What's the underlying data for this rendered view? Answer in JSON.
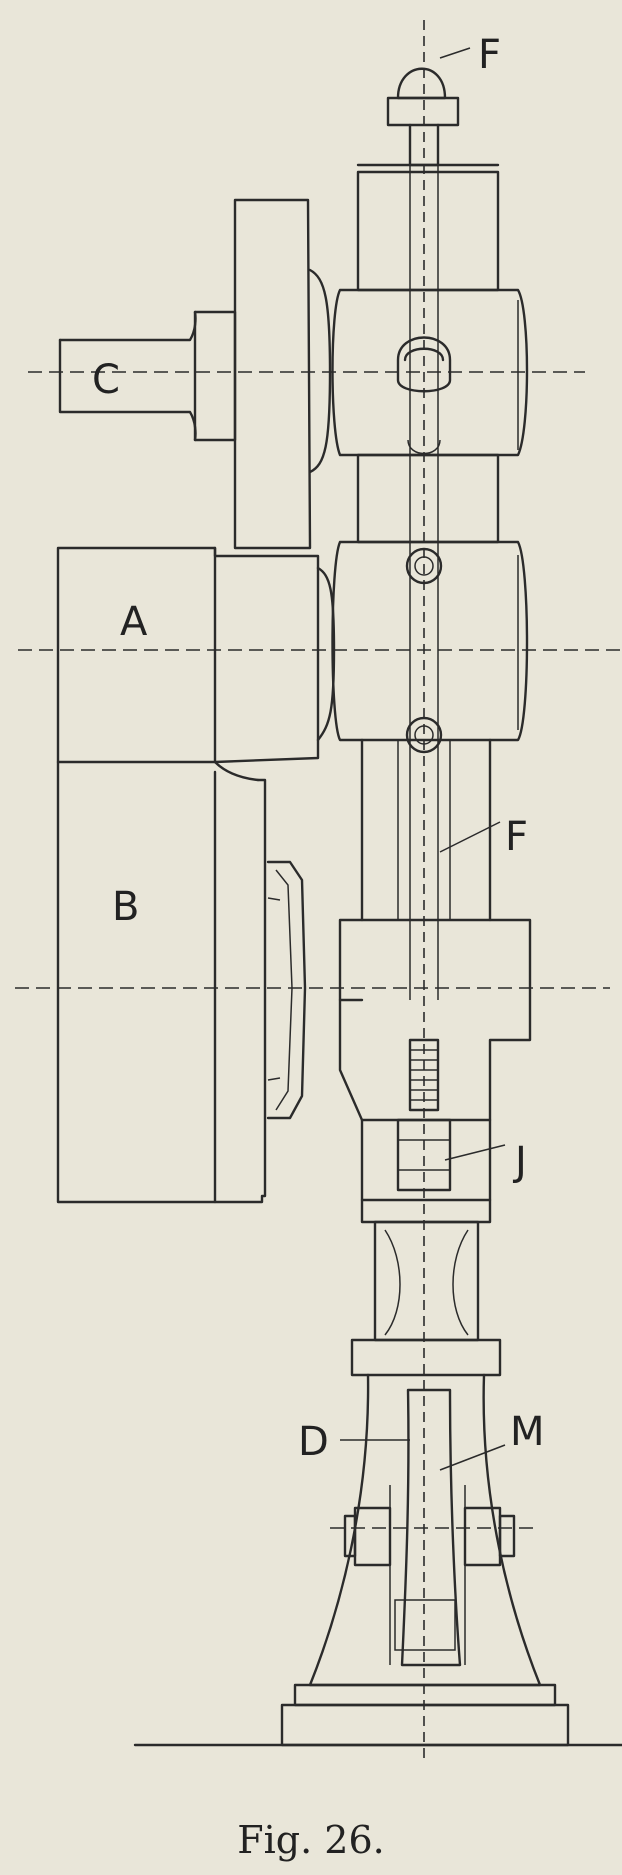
{
  "labels": {
    "C": "C",
    "A": "A",
    "B": "B",
    "F_top": "F",
    "F_mid": "F",
    "J": "J",
    "D": "D",
    "M": "M"
  },
  "caption": "Fig. 26."
}
